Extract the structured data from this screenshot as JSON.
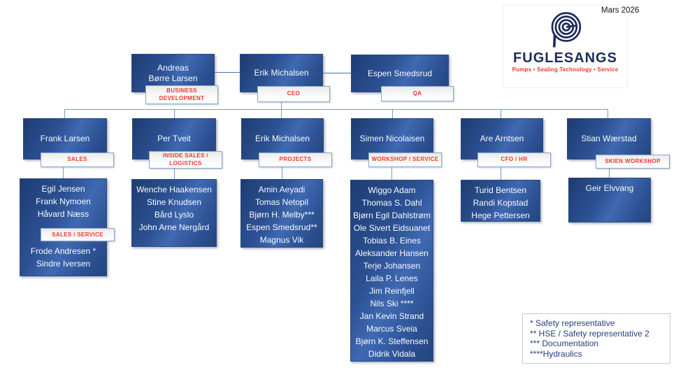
{
  "page": {
    "date": "Mars 2026"
  },
  "logo": {
    "company": "FUGLESANGS",
    "tagline": "Pumps • Sealing Technology • Service"
  },
  "executives": [
    {
      "name": "Andreas\nBørre Larsen",
      "role": "BUSINESS\nDEVELOPMENT"
    },
    {
      "name": "Erik Michalsen",
      "role": "CEO"
    },
    {
      "name": "Espen Smedsrud",
      "role": "QA"
    }
  ],
  "departments": [
    {
      "head": "Frank Larsen",
      "role": "SALES",
      "members": [
        "Egil Jensen",
        "Frank Nymoen",
        "Håvard Næss"
      ],
      "sub_role": "SALES / SERVICE",
      "sub_members": [
        "Frode Andresen *",
        "Sindre Iversen"
      ]
    },
    {
      "head": "Per Tveit",
      "role": "INSIDE SALES /\nLOGISTICS",
      "members": [
        "Wenche Haakensen",
        "Stine Knudsen",
        "Bård Lyslo",
        "John Arne Nergård"
      ]
    },
    {
      "head": "Erik Michalsen",
      "role": "PROJECTS",
      "members": [
        "Amin Aeyadi",
        "Tomas Netopil",
        "Bjørn H. Melby***",
        "Espen Smedsrud**",
        "Magnus Vik"
      ]
    },
    {
      "head": "Simen Nicolaisen",
      "role": "WORKSHOP / SERVICE",
      "members": [
        "Wiggo Adam",
        "Thomas S. Dahl",
        "Bjørn Egil Dahlstrøm",
        "Ole Sivert Eidsuanet",
        "Tobias B. Eines",
        "Aleksander Hansen",
        "Terje Johansen",
        "Laila P. Lenes",
        "Jim Reinfjell",
        "Nils Ski ****",
        "Jan Kevin Strand",
        "Marcus Sveia",
        "Bjørn K. Steffensen",
        "Didrik Vidala"
      ]
    },
    {
      "head": "Are Arntsen",
      "role": "CFO / HR",
      "members": [
        "Turid Bentsen",
        "Randi Kopstad",
        "Hege Pettersen"
      ]
    },
    {
      "head": "Stian Wærstad",
      "role": "SKIEN WORKSHOP",
      "members": [
        "Geir Elvvang"
      ]
    }
  ],
  "legend": {
    "items": [
      "* Safety representative",
      "** HSE / Safety representative 2",
      "*** Documentation",
      "****Hydraulics"
    ]
  },
  "colors": {
    "box_blue": "#2e5597",
    "accent_red": "#e8392b",
    "navy_text": "#1d2c58",
    "line_blue": "#7b97c8"
  }
}
